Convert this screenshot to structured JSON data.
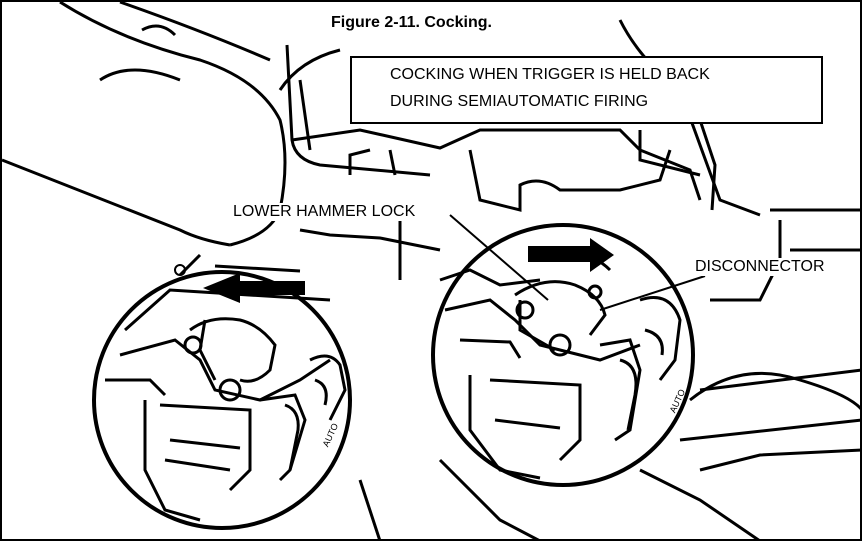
{
  "figure": {
    "title": "Figure 2-11. Cocking.",
    "callout_line1": "COCKING WHEN TRIGGER IS HELD BACK",
    "callout_line2": "DURING SEMIAUTOMATIC FIRING"
  },
  "labels": {
    "lower_hammer_lock": "LOWER HAMMER LOCK",
    "disconnector": "DISCONNECTOR",
    "aut_left": "AUTO",
    "aut_right": "AUTO"
  },
  "colors": {
    "ink": "#000000",
    "paper": "#ffffff"
  }
}
